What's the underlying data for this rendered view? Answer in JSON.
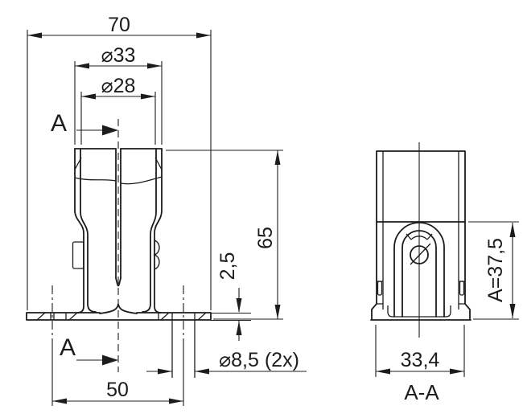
{
  "drawing": {
    "background": "#ffffff",
    "line_color": "#1c1c1c",
    "front_view": {
      "total_width": "70",
      "outer_diameter": "⌀33",
      "inner_diameter": "⌀28",
      "height": "65",
      "flange_thickness": "2,5",
      "hole_callout": "⌀8,5 (2x)",
      "hole_spacing": "50",
      "section_letter_top": "A",
      "section_letter_bottom": "A"
    },
    "section_view": {
      "label": "A-A",
      "height_dim": "A=37,5",
      "width_dim": "33,4"
    }
  }
}
